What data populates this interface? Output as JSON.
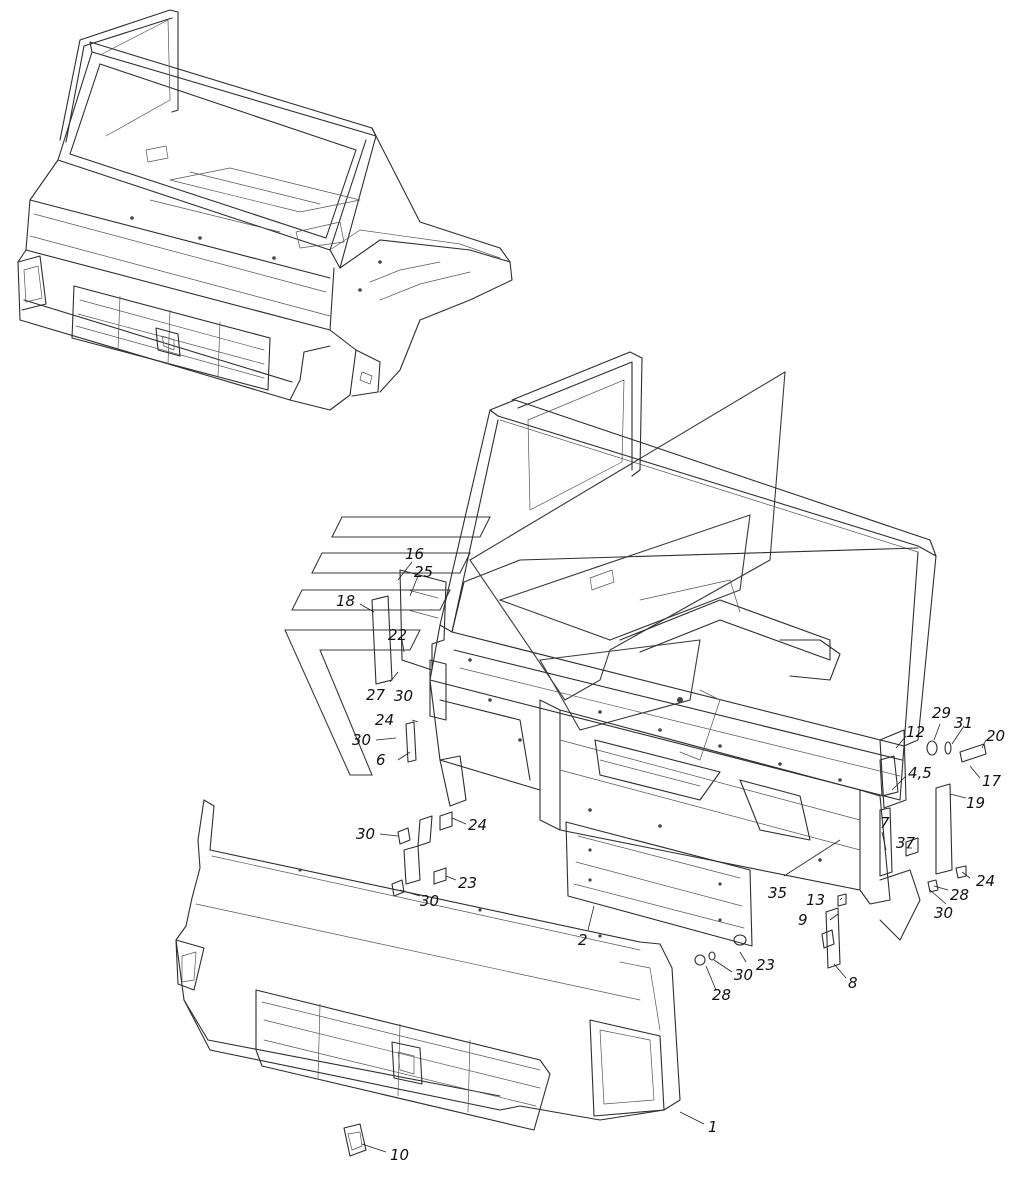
{
  "diagram": {
    "type": "exploded-parts-view",
    "callouts": [
      "1",
      "2",
      "4,5",
      "6",
      "7",
      "8",
      "9",
      "10",
      "12",
      "13",
      "16",
      "17",
      "18",
      "19",
      "20",
      "22",
      "23",
      "24",
      "25",
      "27",
      "28",
      "29",
      "30",
      "31",
      "35",
      "37"
    ]
  }
}
